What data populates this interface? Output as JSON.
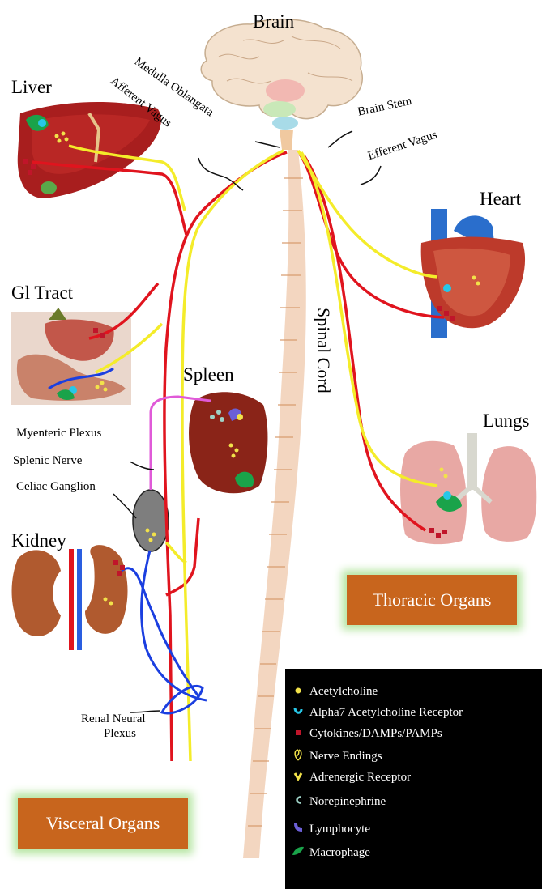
{
  "labels": {
    "brain": "Brain",
    "liver": "Liver",
    "heart": "Heart",
    "gi_tract": "Gl Tract",
    "spleen": "Spleen",
    "lungs": "Lungs",
    "kidney": "Kidney",
    "medulla": "Medulla Oblangata",
    "afferent_vagus": "Afferent Vagus",
    "brain_stem": "Brain Stem",
    "efferent_vagus": "Efferent Vagus",
    "spinal_cord": "Spinal Cord",
    "myenteric_plexus": "Myenteric Plexus",
    "splenic_nerve": "Splenic Nerve",
    "celiac_ganglion": "Celiac Ganglion",
    "renal_neural_plexus_1": "Renal Neural",
    "renal_neural_plexus_2": "Plexus"
  },
  "boxes": {
    "thoracic": "Thoracic Organs",
    "visceral": "Visceral Organs"
  },
  "legend": [
    {
      "icon": "acetylcholine-dot-icon",
      "label": "Acetylcholine",
      "color": "#f2e24a"
    },
    {
      "icon": "alpha7-receptor-icon",
      "label": "Alpha7 Acetylcholine Receptor",
      "color": "#27c7e8"
    },
    {
      "icon": "cytokine-square-icon",
      "label": "Cytokines/DAMPs/PAMPs",
      "color": "#c0152a"
    },
    {
      "icon": "nerve-ending-icon",
      "label": "Nerve Endings",
      "color": "#f2e24a"
    },
    {
      "icon": "adrenergic-receptor-icon",
      "label": "Adrenergic Receptor",
      "color": "#f2e24a"
    },
    {
      "icon": "norepinephrine-icon",
      "label": "Norepinephrine",
      "color": "#9fd3c7"
    },
    {
      "icon": "lymphocyte-icon",
      "label": "Lymphocyte",
      "color": "#6b5fd6"
    },
    {
      "icon": "macrophage-icon",
      "label": "Macrophage",
      "color": "#1aa34a"
    }
  ],
  "colors": {
    "efferent_nerve": "#e0141e",
    "afferent_nerve": "#f4ec2a",
    "sympathetic_nerve": "#1b3fe0",
    "splenic_nerve": "#e05ad8",
    "box_fill": "#c8651d",
    "box_glow": "#b7e6a4"
  }
}
